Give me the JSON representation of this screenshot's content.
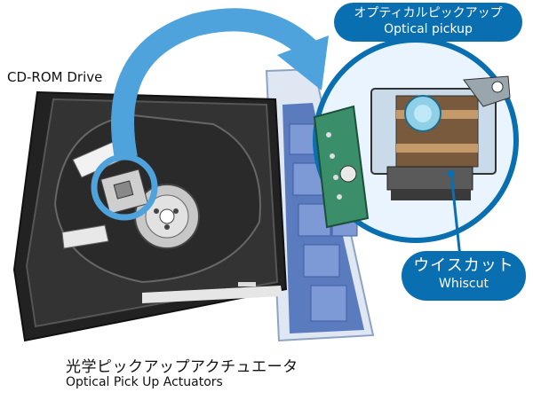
{
  "labels": {
    "drive": "CD-ROM Drive",
    "caption_jp": "光学ピックアップアクチュエータ",
    "caption_en": "Optical Pick Up Actuators"
  },
  "callouts": {
    "pickup": {
      "jp": "オプティカルピックアップ",
      "en": "Optical pickup"
    },
    "whisker": {
      "jp": "ウイスカット",
      "en": "Whiscut"
    }
  },
  "colors": {
    "accent": "#0a6fb0",
    "arrow": "#4fa3dc",
    "tray": "#2b2b2b",
    "board": "#3a8f6a"
  }
}
